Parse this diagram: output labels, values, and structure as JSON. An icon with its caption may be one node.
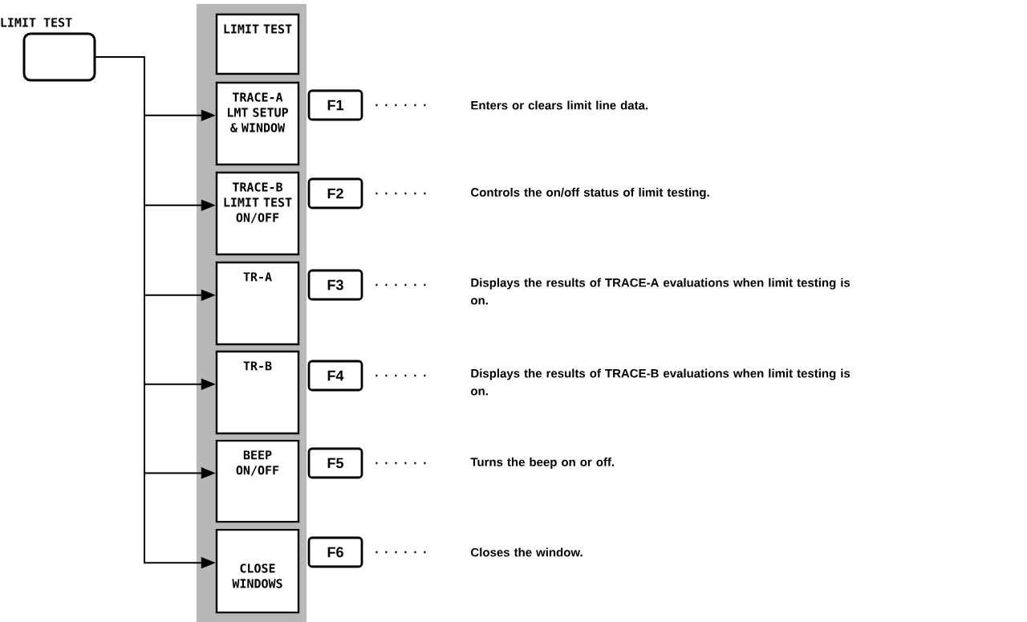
{
  "diagram": {
    "nodes": [
      {
        "text": [
          "LIMIT TEST"
        ]
      },
      {
        "text": [
          "LIMIT TEST"
        ]
      },
      {
        "text": [
          "TRACE-A LMT SETUP & WINDOW"
        ]
      },
      {
        "text": [
          "TRACE-B LIMIT TEST ON/OFF"
        ]
      },
      {
        "text": [
          "TR-A"
        ]
      },
      {
        "text": [
          "TR-B"
        ]
      },
      {
        "text": [
          "BEEP ON/OFF"
        ]
      },
      {
        "text": [
          "CLOSE WINDOWS"
        ]
      },
      {
        "text": [
          "F1"
        ]
      },
      {
        "text": [
          "F2"
        ]
      },
      {
        "text": [
          "F3"
        ]
      },
      {
        "text": [
          "F4"
        ]
      },
      {
        "text": [
          "F5"
        ]
      },
      {
        "text": [
          "F6"
        ]
      },
      {
        "text": [
          "Enters or clears limit line data."
        ]
      },
      {
        "text": [
          "Controls the on/off status of limit testing."
        ]
      },
      {
        "text": [
          "Displays the results of TRACE-A evaluations when limit testing is on."
        ]
      },
      {
        "text": [
          "Displays the results of TRACE-B evaluations when limit testing is on."
        ]
      },
      {
        "text": [
          "Turns the beep on or off."
        ]
      },
      {
        "text": [
          "Closes the window."
        ]
      }
    ],
    "edges": [
      {
        "from": 0,
        "to": 2,
        "arrow": "to"
      },
      {
        "from": 0,
        "to": 3,
        "arrow": "to"
      },
      {
        "from": 0,
        "to": 4,
        "arrow": "to"
      },
      {
        "from": 0,
        "to": 5,
        "arrow": "to"
      },
      {
        "from": 0,
        "to": 6,
        "arrow": "to"
      },
      {
        "from": 0,
        "to": 7,
        "arrow": "to"
      },
      {
        "from": 8,
        "to": 14,
        "arrow": "none",
        "style": "dashed"
      },
      {
        "from": 9,
        "to": 15,
        "arrow": "none",
        "style": "dashed"
      },
      {
        "from": 10,
        "to": 16,
        "arrow": "none",
        "style": "dashed"
      },
      {
        "from": 11,
        "to": 17,
        "arrow": "none",
        "style": "dashed"
      },
      {
        "from": 12,
        "to": 18,
        "arrow": "none",
        "style": "dashed"
      },
      {
        "from": 13,
        "to": 19,
        "arrow": "none",
        "style": "dashed"
      }
    ]
  }
}
